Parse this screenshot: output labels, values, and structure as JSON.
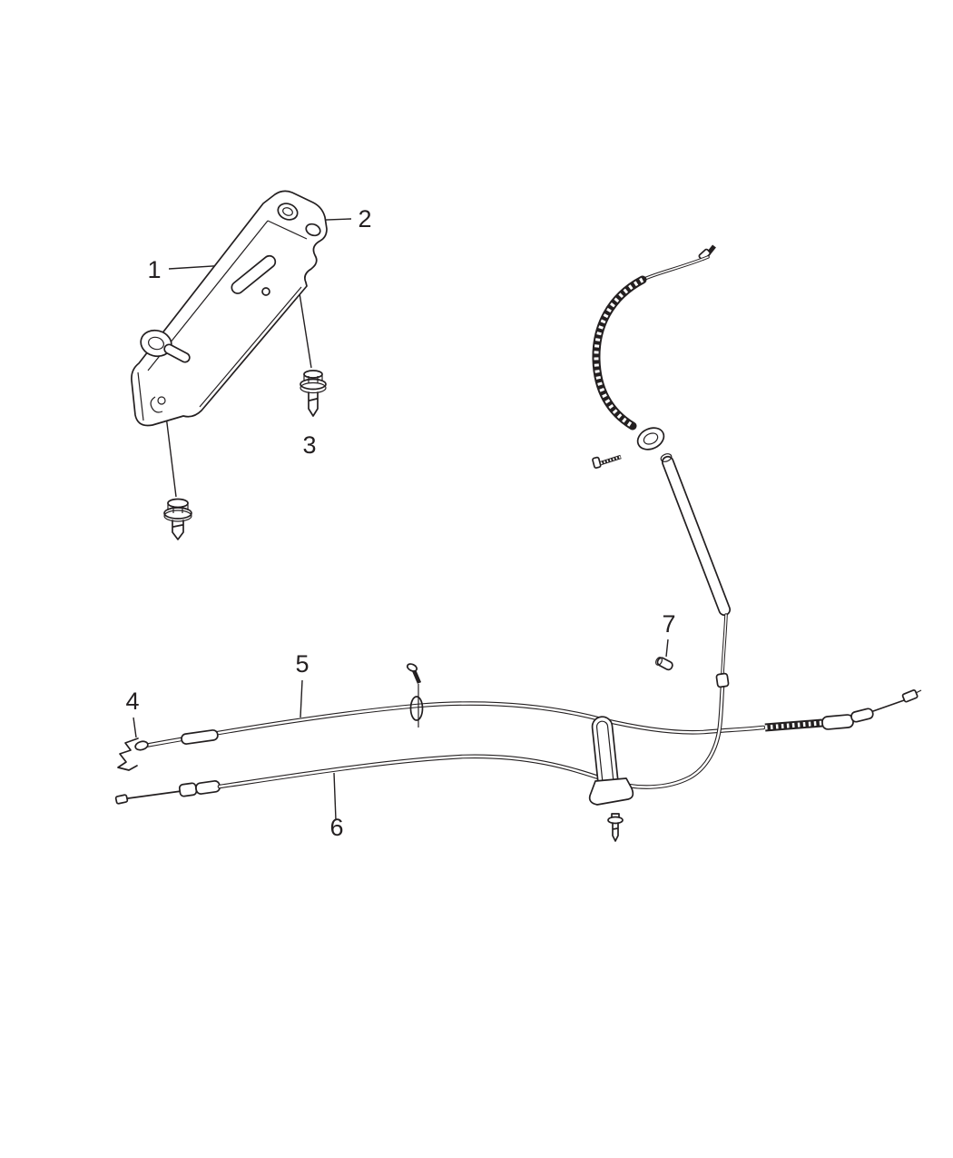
{
  "page": {
    "background_color": "#ffffff",
    "line_color": "#231f20"
  },
  "callouts": [
    {
      "label": "1"
    },
    {
      "label": "2"
    },
    {
      "label": "3"
    },
    {
      "label": "4"
    },
    {
      "label": "5"
    },
    {
      "label": "6"
    },
    {
      "label": "7"
    }
  ]
}
